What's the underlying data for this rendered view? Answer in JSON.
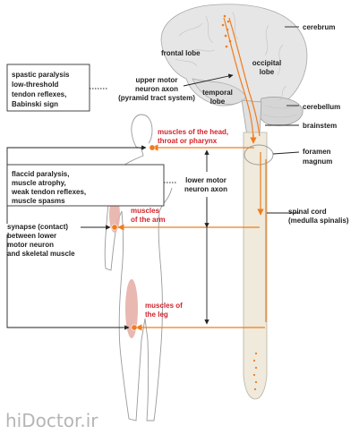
{
  "labels": {
    "cerebrum": "cerebrum",
    "frontal_lobe": "frontal lobe",
    "occipital_lobe": [
      "occipital",
      "lobe"
    ],
    "temporal_lobe": [
      "temporal",
      "lobe"
    ],
    "cerebellum": "cerebellum",
    "brainstem": "brainstem",
    "foramen_magnum": [
      "foramen",
      "magnum"
    ],
    "spinal_cord": [
      "spinal cord",
      "(medulla spinalis)"
    ],
    "upper_motor_neuron": [
      "upper motor",
      "neuron axon",
      "(pyramid tract system)"
    ],
    "lower_motor_neuron": [
      "lower motor",
      "neuron axon"
    ],
    "synapse": [
      "synapse (contact)",
      "between lower",
      "motor neuron",
      "and skeletal muscle"
    ]
  },
  "boxes": {
    "spastic": [
      "spastic paralysis",
      "low-threshold",
      "tendon reflexes,",
      "Babinski sign"
    ],
    "flaccid": [
      "flaccid paralysis,",
      "muscle atrophy,",
      "weak tendon  reflexes,",
      "muscle spasms"
    ]
  },
  "muscles": {
    "head": [
      "muscles of the head,",
      "throat or pharynx"
    ],
    "arm": [
      "muscles",
      "of the arm"
    ],
    "leg": [
      "muscles of",
      "the leg"
    ]
  },
  "watermark": "hiDoctor.ir",
  "colors": {
    "accent_red": "#d2232a",
    "nerve_orange": "#f07c1e",
    "brain_fill": "#e6e6e6",
    "spine_fill": "#efeadb",
    "muscle_pink": "#e6b0a8"
  }
}
